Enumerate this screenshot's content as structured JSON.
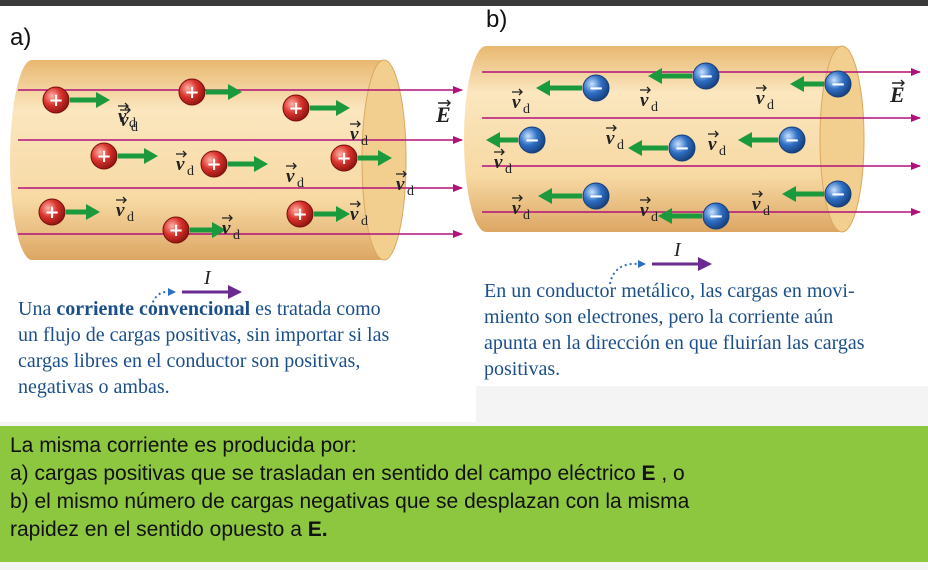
{
  "panel_a": {
    "label": "a)",
    "field_label": "E",
    "drift_label": "v",
    "drift_subscript": "d",
    "current_label": "I",
    "caption_bold": "corriente convencional",
    "caption_lines": [
      "Una ",
      " es tratada como",
      "un flujo de cargas positivas, sin importar si las",
      "cargas libres en el conductor son positivas,",
      "negativas o ambas."
    ],
    "charge_sign": "+"
  },
  "panel_b": {
    "label": "b)",
    "field_label": "E",
    "drift_label": "v",
    "drift_subscript": "d",
    "current_label": "I",
    "caption_lines": [
      "En un conductor metálico, las cargas en movi-",
      "miento son electrones, pero la corriente aún",
      "apunta en la dirección en que fluirían las cargas",
      "positivas."
    ],
    "charge_sign": "−"
  },
  "summary": {
    "line1": "La misma corriente es producida por:",
    "line2_pre": "a) cargas positivas que se trasladan en sentido del campo eléctrico ",
    "line2_bold": "E",
    "line2_post": " , o",
    "line3": "b) el mismo número de cargas negativas que se desplazan con la misma",
    "line4_pre": "rapidez en el sentido opuesto a ",
    "line4_bold": "E."
  },
  "colors": {
    "field_line": "#b0127a",
    "drift_arrow": "#1a9a3c",
    "positive_charge": "#d9322b",
    "negative_charge": "#2f6fc4",
    "conductor": "#f6d9a0",
    "caption": "#1b4f8a",
    "summary_bg": "#8dc63f",
    "current_arrow": "#6b2a8f"
  }
}
